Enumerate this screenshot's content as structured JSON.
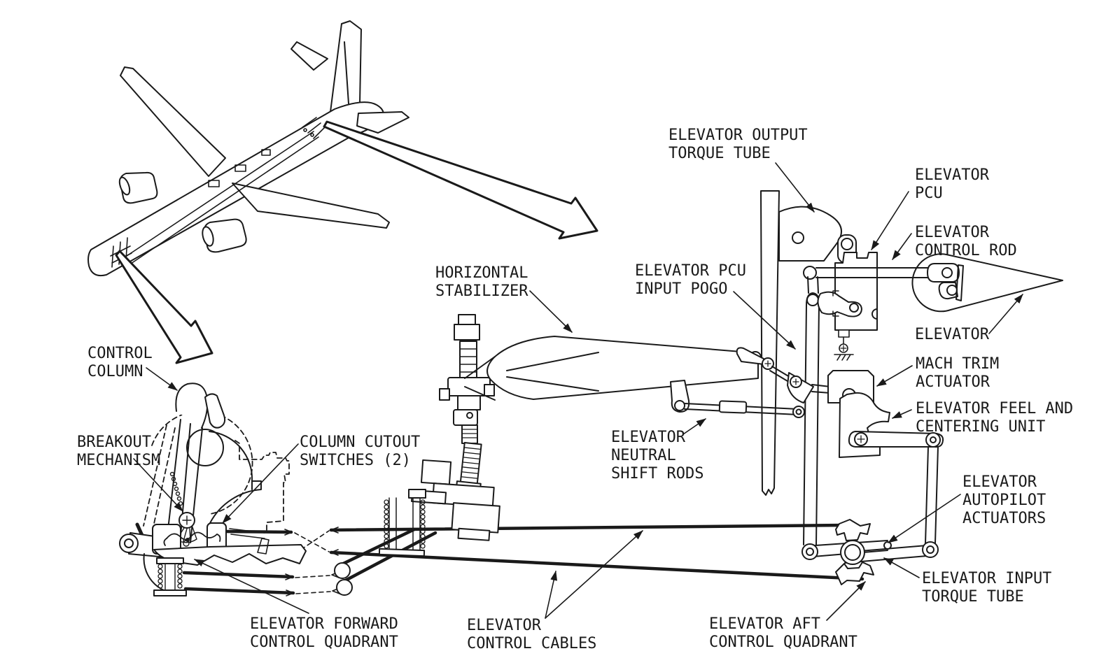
{
  "diagram": {
    "subject": "aircraft elevator control system cutaway",
    "colors": {
      "ink": "#1a1a1a",
      "paper": "#ffffff"
    }
  },
  "labels": {
    "elevator_output_torque_tube": {
      "text": "ELEVATOR OUTPUT\nTORQUE TUBE"
    },
    "elevator_pcu": {
      "text": "ELEVATOR\nPCU"
    },
    "elevator_control_rod": {
      "text": "ELEVATOR\nCONTROL ROD"
    },
    "horizontal_stabilizer": {
      "text": "HORIZONTAL\nSTABILIZER"
    },
    "elevator_pcu_input_pogo": {
      "text": "ELEVATOR PCU\nINPUT POGO"
    },
    "elevator": {
      "text": "ELEVATOR"
    },
    "mach_trim_actuator": {
      "text": "MACH TRIM\nACTUATOR"
    },
    "elevator_feel_and_centering_unit": {
      "text": "ELEVATOR FEEL AND\nCENTERING UNIT"
    },
    "control_column": {
      "text": "CONTROL\nCOLUMN"
    },
    "breakout_mechanism": {
      "text": "BREAKOUT\nMECHANISM"
    },
    "column_cutout_switches": {
      "text": "COLUMN CUTOUT\nSWITCHES (2)"
    },
    "elevator_neutral_shift_rods": {
      "text": "ELEVATOR\nNEUTRAL\nSHIFT RODS"
    },
    "elevator_autopilot_actuators": {
      "text": "ELEVATOR\nAUTOPILOT\nACTUATORS"
    },
    "elevator_input_torque_tube": {
      "text": "ELEVATOR INPUT\nTORQUE TUBE"
    },
    "elevator_forward_control_quadrant": {
      "text": "ELEVATOR FORWARD\nCONTROL QUADRANT"
    },
    "elevator_control_cables": {
      "text": "ELEVATOR\nCONTROL CABLES"
    },
    "elevator_aft_control_quadrant": {
      "text": "ELEVATOR AFT\nCONTROL QUADRANT"
    }
  }
}
